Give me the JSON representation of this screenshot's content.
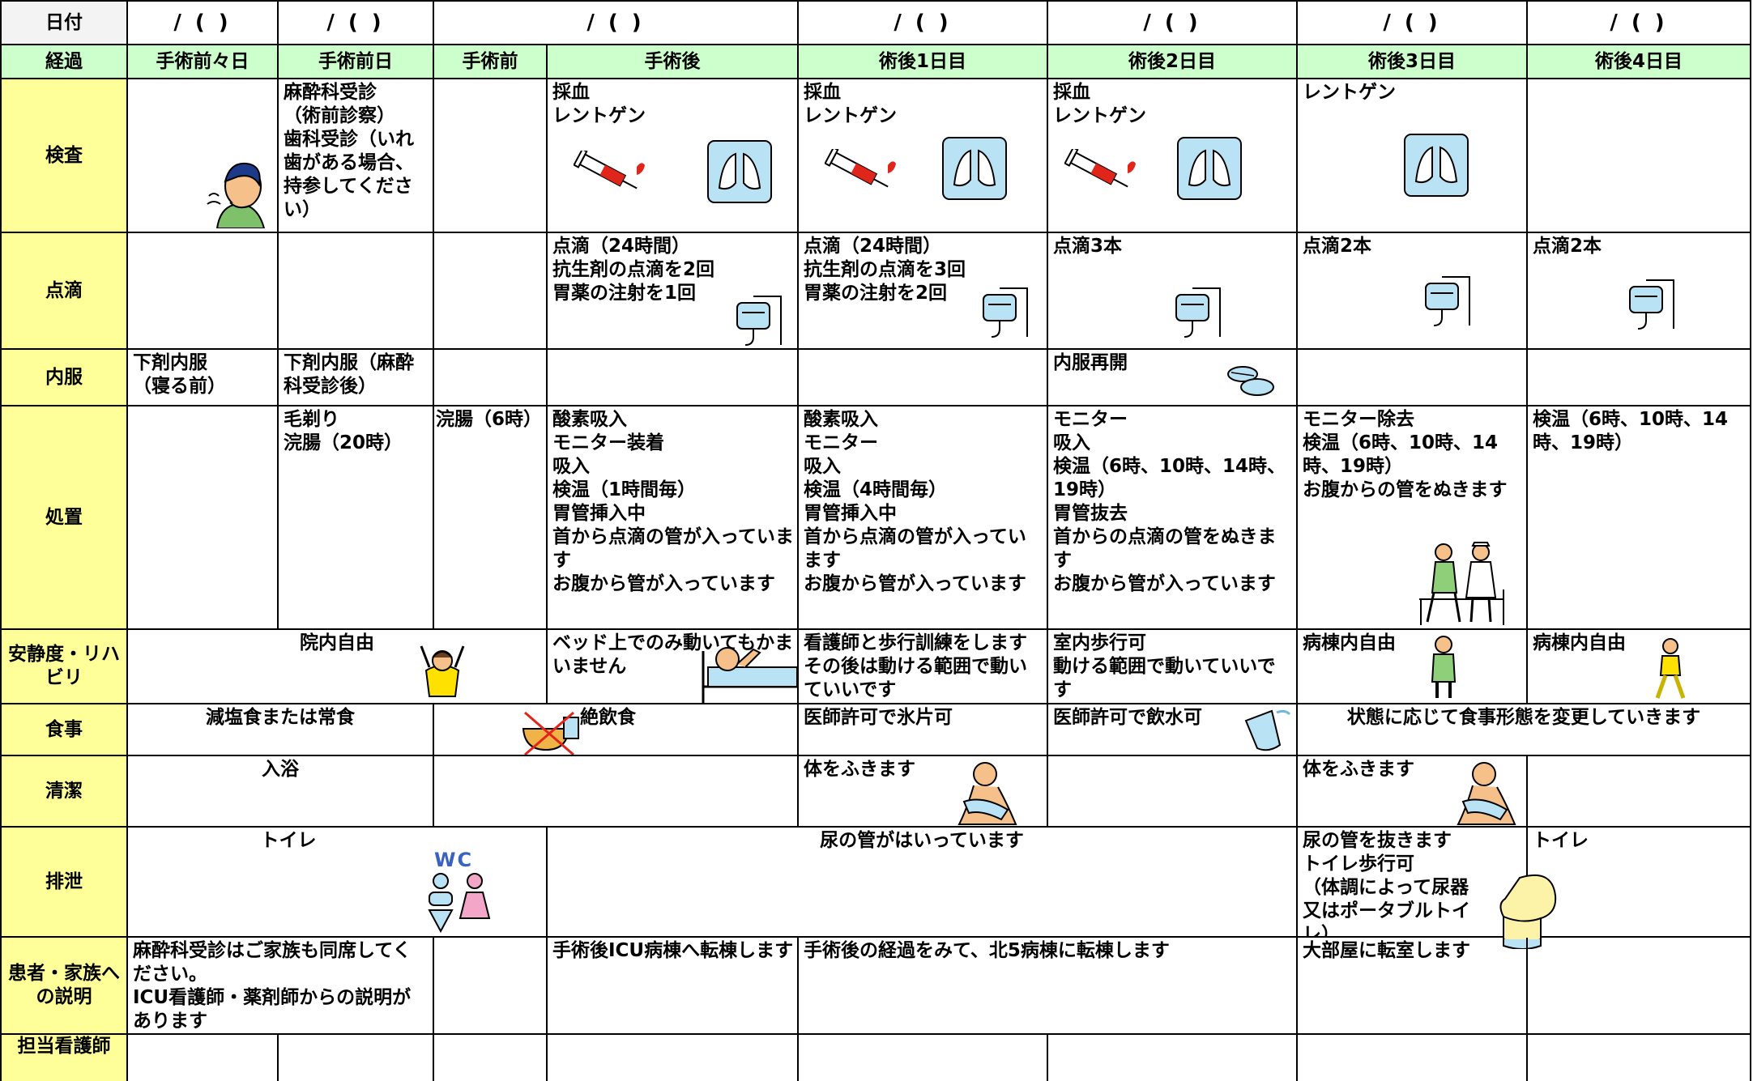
{
  "header": {
    "date_label": "日付",
    "date_placeholder": "/ ( )",
    "course_label": "経過",
    "phases": [
      "手術前々日",
      "手術前日",
      "手術前",
      "手術後",
      "術後1日目",
      "術後2日目",
      "術後3日目",
      "術後4日目"
    ]
  },
  "rows": {
    "kensa": {
      "label": "検査",
      "pre2": "",
      "pre1": "麻酔科受診\n（術前診察）\n歯科受診（いれ歯がある場合、持参してください）",
      "pre0": "",
      "post": "採血\nレントゲン",
      "d1": "採血\nレントゲン",
      "d2": "採血\nレントゲン",
      "d3": "レントゲン",
      "d4": ""
    },
    "tenteki": {
      "label": "点滴",
      "post": "点滴（24時間）\n抗生剤の点滴を2回\n胃薬の注射を1回",
      "d1": "点滴（24時間）\n抗生剤の点滴を3回\n胃薬の注射を2回",
      "d2": "点滴3本",
      "d3": "点滴2本",
      "d4": "点滴2本"
    },
    "naifuku": {
      "label": "内服",
      "pre2": "下剤内服\n（寝る前）",
      "pre1": "下剤内服（麻酔科受診後）",
      "d2": "内服再開"
    },
    "shochi": {
      "label": "処置",
      "pre1": "毛剃り\n浣腸（20時）",
      "pre0": "浣腸（6時）",
      "post": "酸素吸入\nモニター装着\n吸入\n検温（1時間毎）\n胃管挿入中\n首から点滴の管が入っています\nお腹から管が入っています",
      "d1": "酸素吸入\nモニター\n吸入\n検温（4時間毎）\n胃管挿入中\n首から点滴の管が入っています\nお腹から管が入っています",
      "d2": "モニター\n吸入\n検温（6時、10時、14時、19時）\n胃管抜去\n首からの点滴の管をぬきます\nお腹から管が入っています",
      "d3": "モニター除去\n検温（6時、10時、14時、19時）\nお腹からの管をぬきます",
      "d4": "検温（6時、10時、14時、19時）"
    },
    "anseido": {
      "label": "安静度・リハビリ",
      "pre": "院内自由",
      "post": "ベッド上でのみ動いてもかまいません",
      "d1": "看護師と歩行訓練をします　その後は動ける範囲で動いていいです",
      "d2": "室内歩行可\n動ける範囲で動いていいです",
      "d3": "病棟内自由",
      "d4": "病棟内自由"
    },
    "shokuji": {
      "label": "食事",
      "pre": "減塩食または常食",
      "post": "絶飲食",
      "d1": "医師許可で氷片可",
      "d2": "医師許可で飲水可",
      "d3": "状態に応じて食事形態を変更していきます"
    },
    "seiketsu": {
      "label": "清潔",
      "pre": "入浴",
      "d1": "体をふきます",
      "d3": "体をふきます"
    },
    "haisetsu": {
      "label": "排泄",
      "pre": "トイレ",
      "post": "尿の管がはいっています",
      "d3": "尿の管を抜きます\nトイレ歩行可\n（体調によって尿器又はポータブルトイレ）",
      "d4": "トイレ",
      "wc_text": "WC"
    },
    "setsumei": {
      "label": "患者・家族への説明",
      "pre2": "麻酔科受診はご家族も同席してください。\nICU看護師・薬剤師からの説明があります",
      "post": "手術後ICU病棟へ転棟します",
      "d1": "手術後の経過をみて、北5病棟に転棟します",
      "d3": "大部屋に転室します"
    },
    "tanto": {
      "label": "担当看護師"
    }
  },
  "colors": {
    "header_green": "#ccffcc",
    "label_yellow": "#ffff99",
    "icon_blue": "#b9e3f5",
    "syringe_red": "#e0251b"
  }
}
